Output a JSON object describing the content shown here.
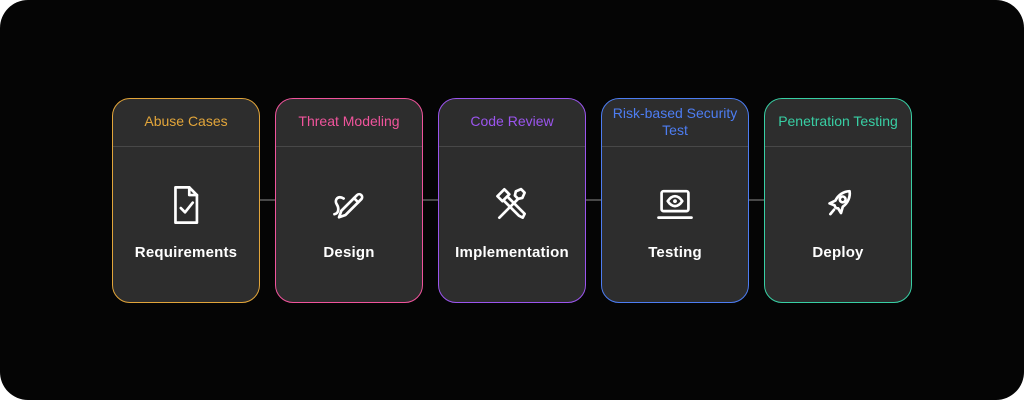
{
  "colors": {
    "page_background": "#050505",
    "card_background": "#2d2d2d",
    "divider": "#484848",
    "connector": "#484848",
    "text_primary": "#ffffff"
  },
  "diagram": {
    "stages": [
      {
        "title": "Abuse Cases",
        "label": "Requirements",
        "accent": "#e2a53a",
        "icon": "document-check-icon"
      },
      {
        "title": "Threat Modeling",
        "label": "Design",
        "accent": "#f0549c",
        "icon": "pencil-sketch-icon"
      },
      {
        "title": "Code Review",
        "label": "Implementation",
        "accent": "#9b55ee",
        "icon": "crossed-tools-icon"
      },
      {
        "title": "Risk-based Security Test",
        "label": "Testing",
        "accent": "#4d7df2",
        "icon": "laptop-eye-icon"
      },
      {
        "title": "Penetration Testing",
        "label": "Deploy",
        "accent": "#38cfa4",
        "icon": "rocket-icon"
      }
    ]
  }
}
